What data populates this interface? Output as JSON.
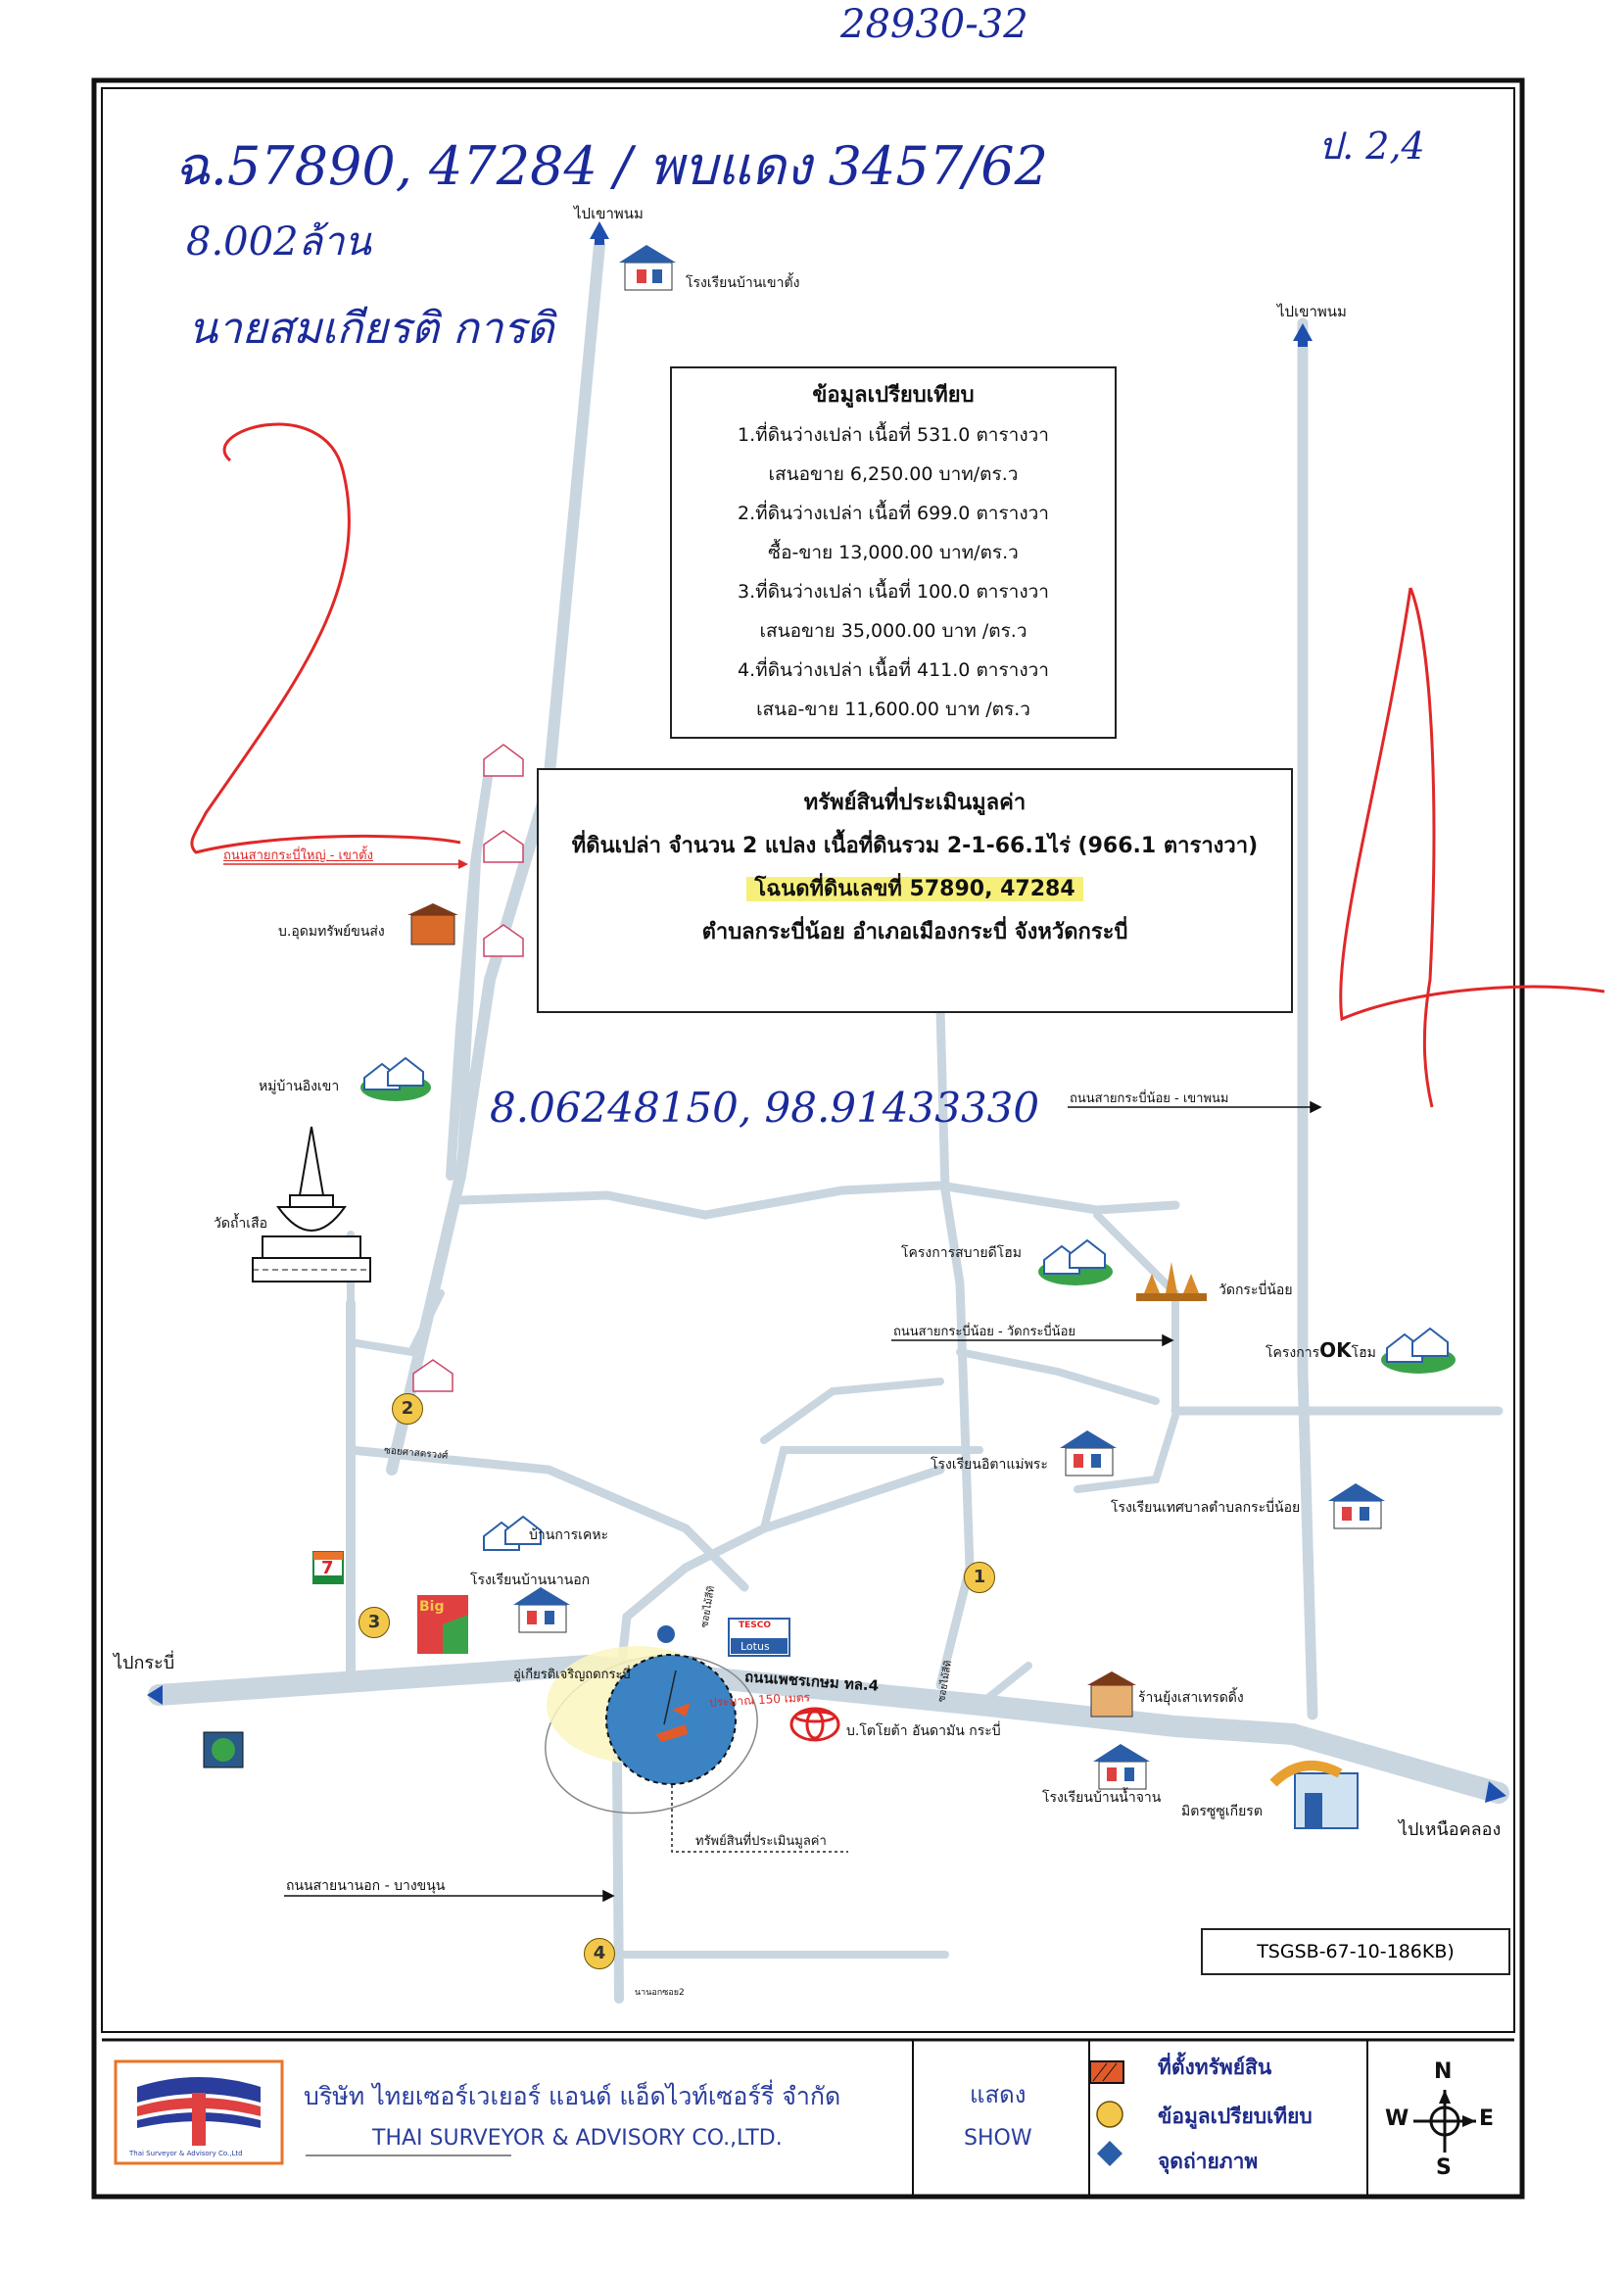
{
  "handwritten": {
    "top_code": "28930-32",
    "deed_line": "ฉ.57890, 47284 / พบแดง 3457/62",
    "area_line": "8.002ล้าน",
    "name_line": "นายสมเกียรติ การดิ",
    "page_ref": "ป. 2,4",
    "big_num_left": "2",
    "big_num_right": "4",
    "coords": "8.06248150, 98.91433330"
  },
  "comparison": {
    "title": "ข้อมูลเปรียบเทียบ",
    "lines": [
      "1.ที่ดินว่างเปล่า เนื้อที่ 531.0 ตารางวา",
      "เสนอขาย 6,250.00 บาท/ตร.ว",
      "2.ที่ดินว่างเปล่า เนื้อที่ 699.0 ตารางวา",
      "ซื้อ-ขาย 13,000.00 บาท/ตร.ว",
      "3.ที่ดินว่างเปล่า เนื้อที่ 100.0 ตารางวา",
      "เสนอขาย 35,000.00 บาท /ตร.ว",
      "4.ที่ดินว่างเปล่า เนื้อที่ 411.0 ตารางวา",
      "เสนอ-ขาย 11,600.00 บาท /ตร.ว"
    ]
  },
  "asset": {
    "title": "ทรัพย์สินที่ประเมินมูลค่า",
    "line1": "ที่ดินเปล่า จำนวน 2 แปลง เนื้อที่ดินรวม 2-1-66.1ไร่ (966.1 ตารางวา)",
    "line2": "โฉนดที่ดินเลขที่ 57890, 47284",
    "line3": "ตำบลกระบี่น้อย อำเภอเมืองกระบี่ จังหวัดกระบี่"
  },
  "places": {
    "to_khaophanom_1": "ไปเขาพนม",
    "to_khaophanom_2": "ไปเขาพนม",
    "school_khaotang": "โรงเรียนบ้านเขาตั้ง",
    "road_krabiyai": "ถนนสายกระบี่ใหญ่ - เขาตั้ง",
    "udom": "บ.อุดมทรัพย์ขนส่ง",
    "moo_ingkhao": "หมู่บ้านอิงเขา",
    "wat_thamsua": "วัดถ้ำเสือ",
    "road_krabinoi_khaophanom": "ถนนสายกระบี่น้อย - เขาพนม",
    "sabaydee": "โครงการสบายดีโฮม",
    "wat_krabinoi": "วัดกระบี่น้อย",
    "road_krabinoi_wat": "ถนนสายกระบี่น้อย - วัดกระบี่น้อย",
    "ok_home_prefix": "โครงการ",
    "ok_home_ok": "OK",
    "ok_home_suffix": "โฮม",
    "soi_saksong": "ซอยศาสตรวงศ์",
    "school_ita": "โรงเรียนอิตาแม่พระ",
    "school_municipal": "โรงเรียนเทศบาลตำบลกระบี่น้อย",
    "ban_karnkeha": "บ้านการเคหะ",
    "school_nanok": "โรงเรียนบ้านนานอก",
    "to_krabi": "ไปกระบี่",
    "garage": "อู่เกียรติเจริญถดกระบี่",
    "highway": "ถนนเพชรเกษม ทล.4",
    "distance": "ประมาณ 150 เมตร",
    "soi_left": "ซอยไม้สีทิ",
    "soi_right": "ซอยไม้สีทิ",
    "toyota": "บ.โตโยต้า อันดามัน กระบี่",
    "ran_yuenghsao": "ร้านยุ้งเสาเทรดดิ้ง",
    "school_namjan": "โรงเรียนบ้านน้ำจาน",
    "mitsu": "มิตรซูซูเกียรต",
    "to_nuaklong": "ไปเหนือคลอง",
    "asset_label": "ทรัพย์สินที่ประเมินมูลค่า",
    "road_nanok": "ถนนสายนานอก - บางขนุน",
    "soi_bottom": "นานอกซอย2",
    "big_text": "Big",
    "tesco": "TESCO",
    "lotus": "Lotus",
    "seven": "7"
  },
  "markers": {
    "n1": "1",
    "n2": "2",
    "n3": "3",
    "n4": "4"
  },
  "reference": "TSGSB-67-10-186KB)",
  "footer": {
    "company_th": "บริษัท ไทยเซอร์เวเยอร์ แอนด์ แอ็ดไวท์เซอร์รี่ จำกัด",
    "company_en": "THAI SURVEYOR & ADVISORY CO.,LTD.",
    "logo_caption": "Thai Surveyor & Advisory Co.,Ltd",
    "show_th": "แสดง",
    "show_en": "SHOW",
    "legend": [
      "ที่ตั้งทรัพย์สิน",
      "ข้อมูลเปรียบเทียบ",
      "จุดถ่ายภาพ"
    ],
    "compass": {
      "n": "N",
      "s": "S",
      "e": "E",
      "w": "W"
    }
  },
  "colors": {
    "road": "#c9d6e0",
    "hand_blue": "#1a2a9a",
    "hand_red": "#e02828",
    "marker_yellow": "#f3c84a",
    "asset_blue": "#3b83c3",
    "brand_blue": "#2a3d9c",
    "arrow_blue": "#1f4fae"
  }
}
